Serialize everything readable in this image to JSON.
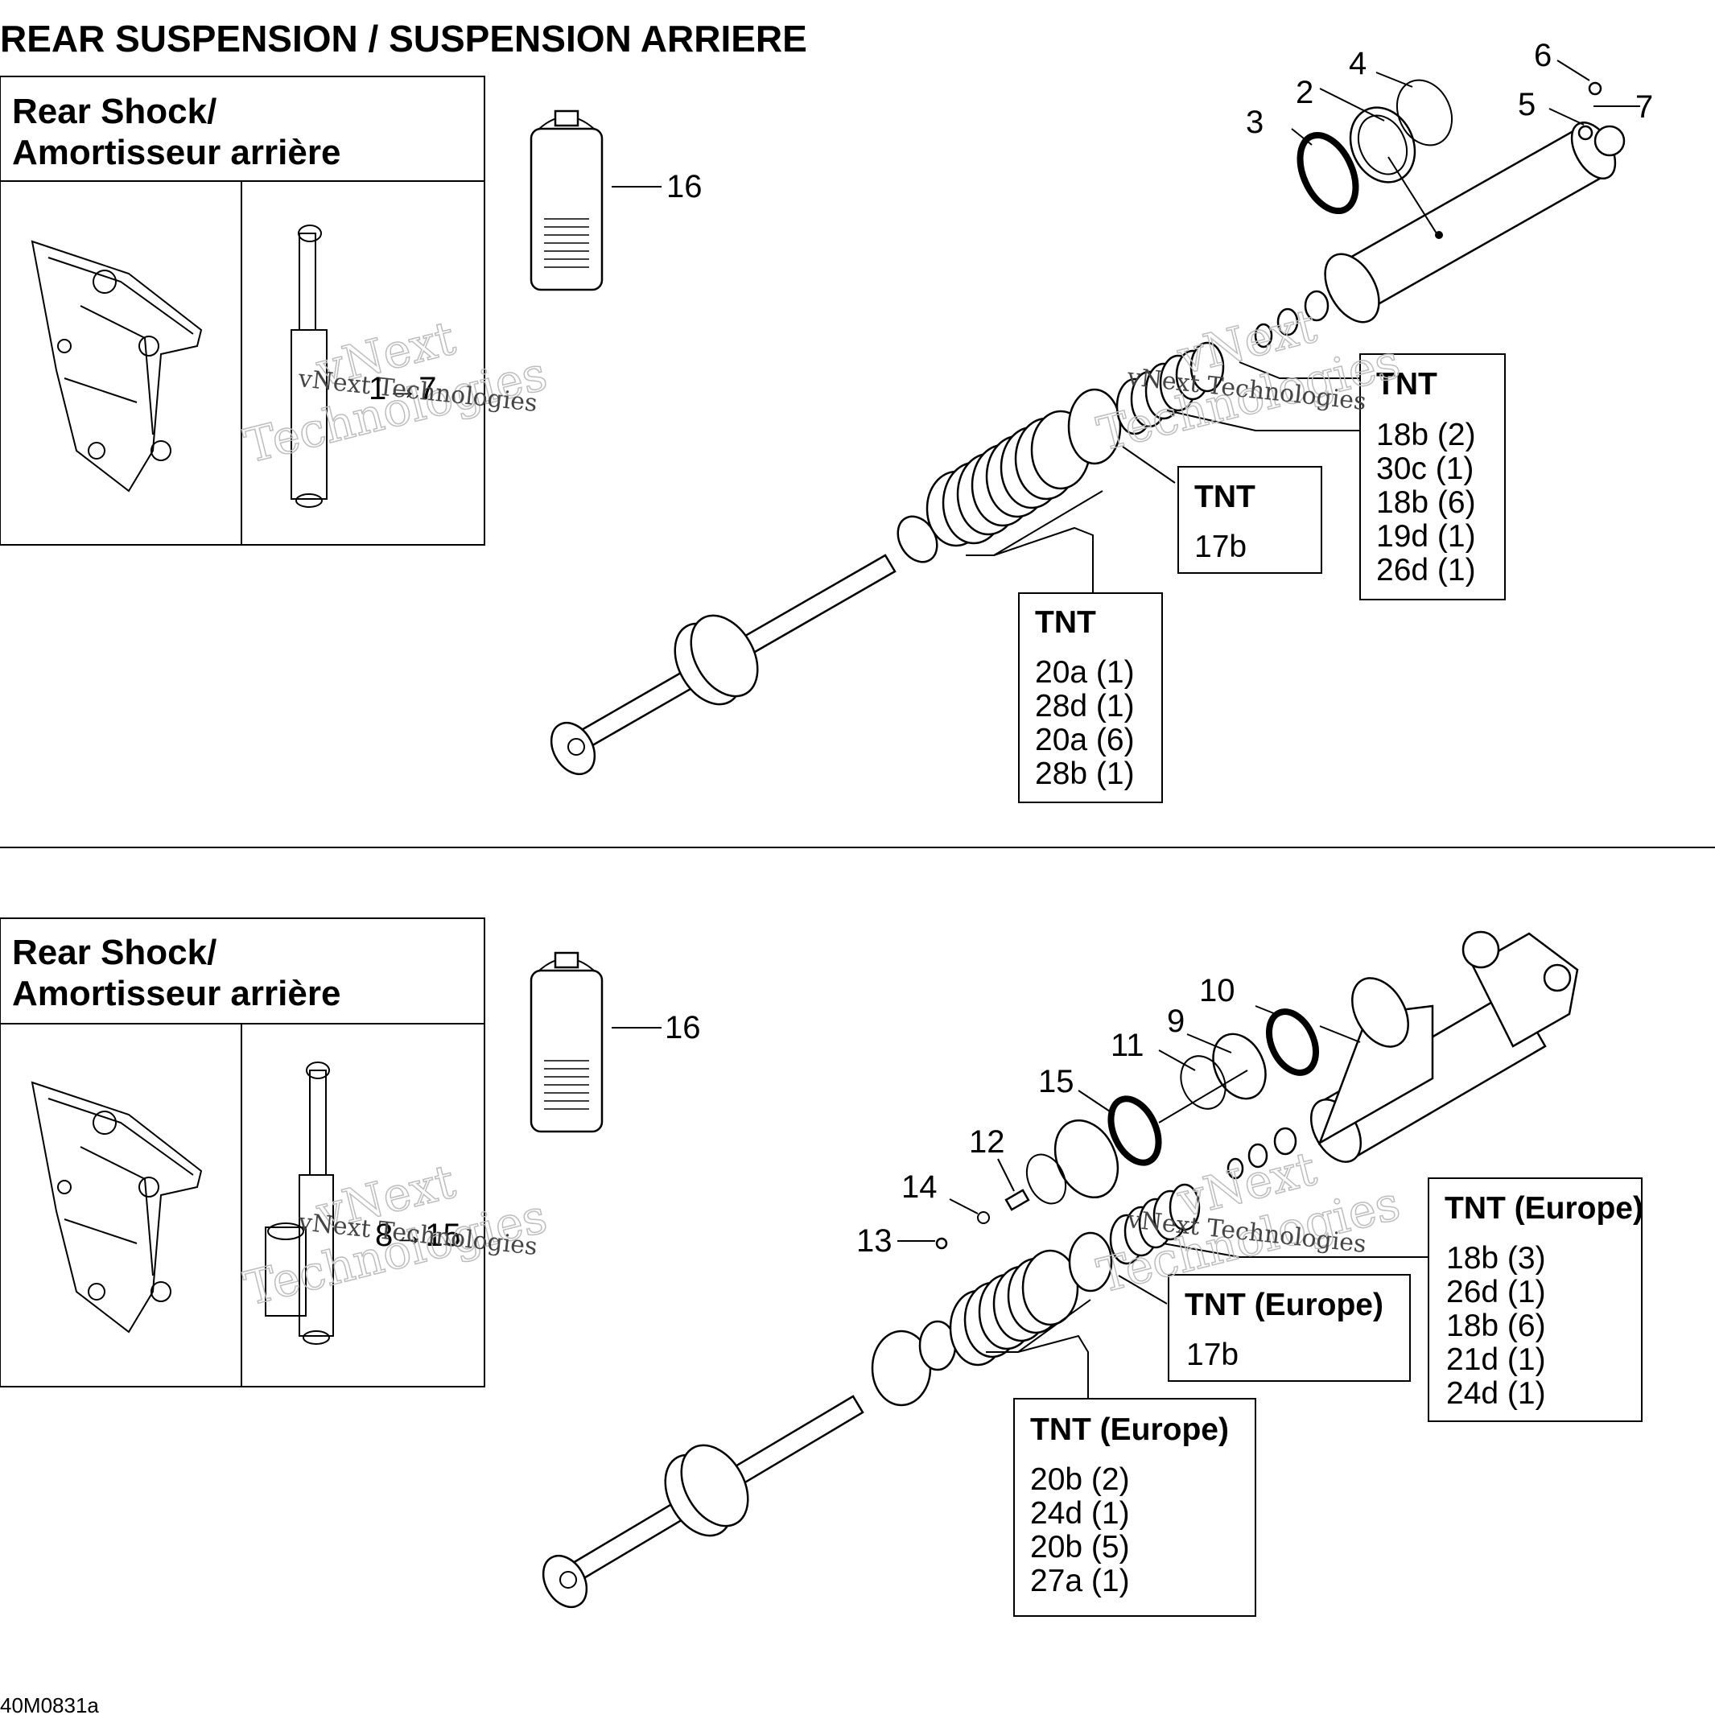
{
  "title": "REAR SUSPENSION / SUSPENSION ARRIERE",
  "drawing_code": "40M0831a",
  "watermark": {
    "brand": "vNext",
    "company": "Technologies",
    "small_line": "vNext Technologies"
  },
  "top_section": {
    "header": {
      "line1": "Rear Shock/",
      "line2": "Amortisseur arrière"
    },
    "range_label": "1→7",
    "callouts": [
      "16",
      "2",
      "3",
      "4",
      "5",
      "6",
      "7"
    ],
    "boxes": [
      {
        "title": "TNT",
        "lines": [
          "18b (2)",
          "30c (1)",
          "18b (6)",
          "19d (1)",
          "26d (1)"
        ]
      },
      {
        "title": "TNT",
        "lines": [
          "17b"
        ]
      },
      {
        "title": "TNT",
        "lines": [
          "20a (1)",
          "28d (1)",
          "20a (6)",
          "28b (1)"
        ]
      }
    ]
  },
  "bottom_section": {
    "header": {
      "line1": "Rear Shock/",
      "line2": "Amortisseur arrière"
    },
    "range_label": "8→15",
    "callouts": [
      "16",
      "10",
      "9",
      "11",
      "15",
      "12",
      "14",
      "13"
    ],
    "boxes": [
      {
        "title": "TNT (Europe)",
        "lines": [
          "18b (3)",
          "26d (1)",
          "18b (6)",
          "21d (1)",
          "24d (1)"
        ]
      },
      {
        "title": "TNT (Europe)",
        "lines": [
          "17b"
        ]
      },
      {
        "title": "TNT (Europe)",
        "lines": [
          "20b (2)",
          "24d (1)",
          "20b (5)",
          "27a (1)"
        ]
      }
    ]
  }
}
